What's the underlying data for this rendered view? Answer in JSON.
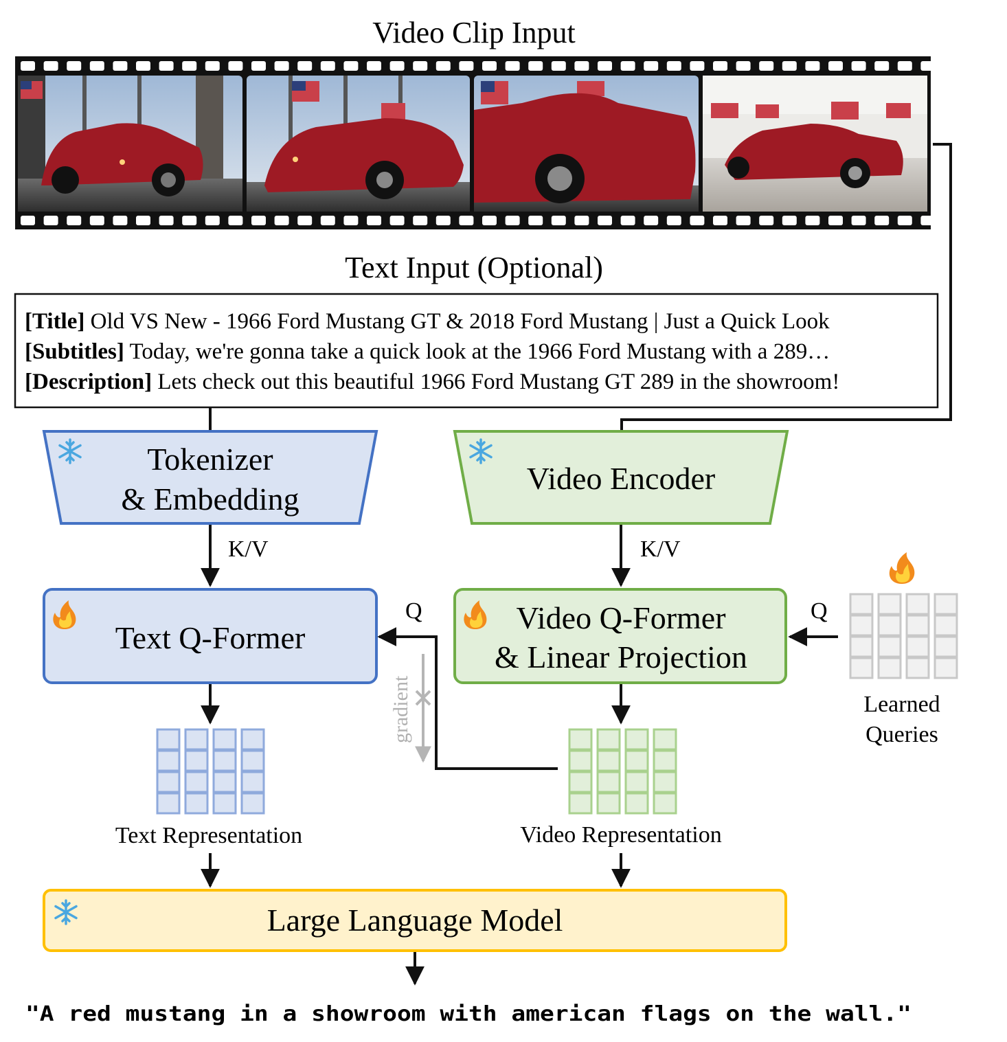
{
  "video_input": {
    "title": "Video Clip Input"
  },
  "text_input": {
    "title": "Text Input (Optional)",
    "lines": [
      {
        "tag": "[Title]",
        "text": " Old VS New - 1966 Ford Mustang GT & 2018 Ford Mustang | Just a Quick Look"
      },
      {
        "tag": "[Subtitles]",
        "text": " Today, we're gonna take a quick look at the 1966 Ford Mustang with a 289…"
      },
      {
        "tag": "[Description]",
        "text": " Lets check out this beautiful 1966 Ford Mustang GT 289 in the showroom!"
      }
    ]
  },
  "blocks": {
    "tokenizer": {
      "line1": "Tokenizer",
      "line2": "& Embedding",
      "icon": "snowflake-icon"
    },
    "video_encoder": {
      "label": "Video Encoder",
      "icon": "snowflake-icon"
    },
    "text_qformer": {
      "label": "Text Q-Former",
      "icon": "flame-icon"
    },
    "video_qformer": {
      "line1": "Video Q-Former",
      "line2": "& Linear Projection",
      "icon": "flame-icon"
    },
    "llm": {
      "label": "Large Language Model",
      "icon": "snowflake-icon"
    }
  },
  "edge_labels": {
    "kv_text": "K/V",
    "kv_video": "K/V",
    "q_text": "Q",
    "q_video": "Q",
    "gradient": "gradient"
  },
  "representations": {
    "text": "Text Representation",
    "video": "Video Representation",
    "queries_line1": "Learned",
    "queries_line2": "Queries"
  },
  "output": {
    "caption": "\"A red mustang in a showroom with american flags on the wall.\""
  },
  "colors": {
    "blue_fill": "#dae3f3",
    "blue_stroke": "#4472c4",
    "green_fill": "#e2efda",
    "green_stroke": "#70ad47",
    "yellow_fill": "#fff2cc",
    "yellow_stroke": "#ffc000",
    "grid_blue": "#8faadc",
    "grid_green": "#a9d18e",
    "grid_gray": "#c8c8c8",
    "car_red": "#9e1a24"
  }
}
